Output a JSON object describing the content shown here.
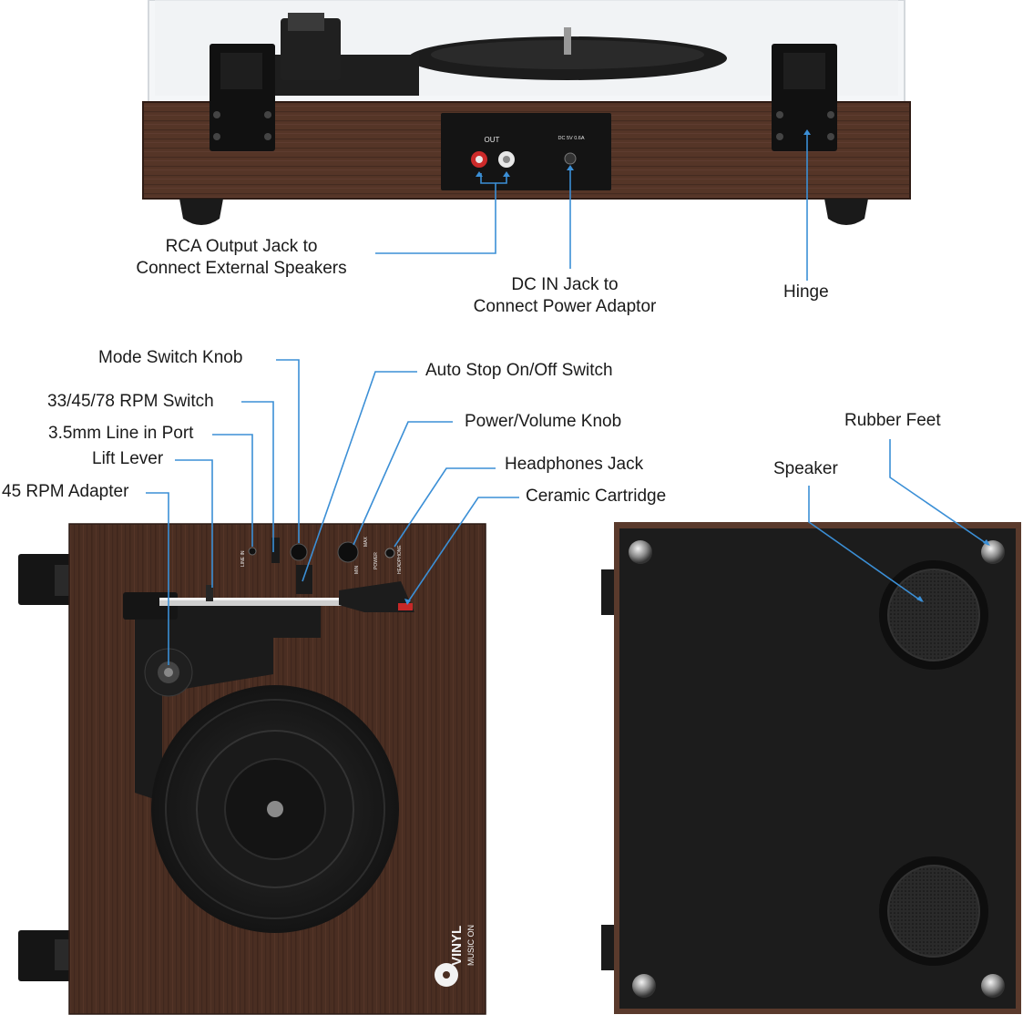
{
  "callouts": {
    "rca_line1": "RCA Output Jack to",
    "rca_line2": "Connect External Speakers",
    "dc_line1": "DC IN Jack to",
    "dc_line2": "Connect Power Adaptor",
    "hinge": "Hinge",
    "mode_switch": "Mode Switch Knob",
    "rpm_switch": "33/45/78 RPM Switch",
    "line_in": "3.5mm Line in Port",
    "lift_lever": "Lift Lever",
    "adapter_45": "45 RPM Adapter",
    "auto_stop": "Auto Stop On/Off Switch",
    "power_volume": "Power/Volume Knob",
    "headphones": "Headphones Jack",
    "cartridge": "Ceramic Cartridge",
    "rubber_feet": "Rubber Feet",
    "speaker": "Speaker"
  },
  "panel_labels": {
    "out": "OUT",
    "dc_rating": "DC 5V 0.6A",
    "line_in": "LINE IN",
    "power": "POWER",
    "headphone": "HEADPHONE",
    "min": "MIN",
    "max": "MAX"
  },
  "logo": {
    "text_top": "VINYL",
    "text_bottom": "MUSIC ON"
  },
  "colors": {
    "wood": "#4a2e22",
    "callout_line": "#3b8fd6",
    "speaker_panel": "#1b1b1b"
  }
}
